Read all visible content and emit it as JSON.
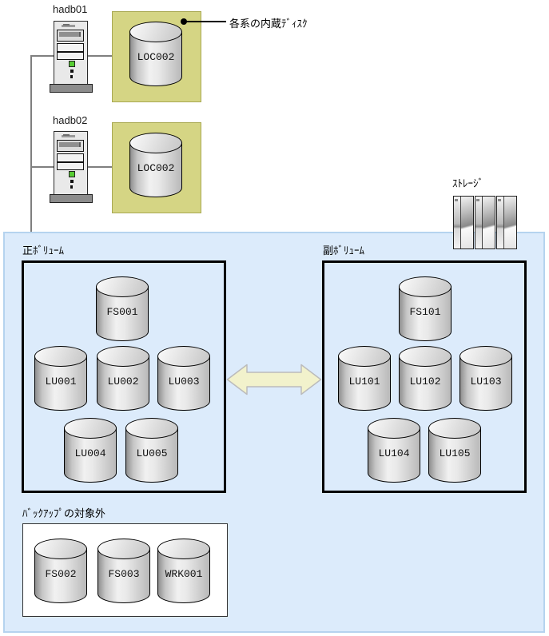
{
  "colors": {
    "highlight_bg": "#d5d584",
    "storage_area_bg": "#dcebfb",
    "storage_area_border": "#b5d3ef",
    "arrow_fill": "#f2f2cc",
    "arrow_stroke": "#bbbbbb",
    "connector_line": "#7f7f7f",
    "volume_box_border": "#000000",
    "led_green": "#57cc33"
  },
  "servers": [
    {
      "name": "hadb01",
      "disk_label": "LOC002"
    },
    {
      "name": "hadb02",
      "disk_label": "LOC002"
    }
  ],
  "callout_label": "各系の内蔵ﾃﾞｨｽｸ",
  "storage_label": "ｽﾄﾚｰｼﾞ",
  "primary": {
    "label": "正ﾎﾞﾘｭｰﾑ",
    "volumes": [
      "FS001",
      "LU001",
      "LU002",
      "LU003",
      "LU004",
      "LU005"
    ]
  },
  "secondary": {
    "label": "副ﾎﾞﾘｭｰﾑ",
    "volumes": [
      "FS101",
      "LU101",
      "LU102",
      "LU103",
      "LU104",
      "LU105"
    ]
  },
  "excluded": {
    "label": "ﾊﾞｯｸｱｯﾌﾟの対象外",
    "volumes": [
      "FS002",
      "FS003",
      "WRK001"
    ]
  }
}
